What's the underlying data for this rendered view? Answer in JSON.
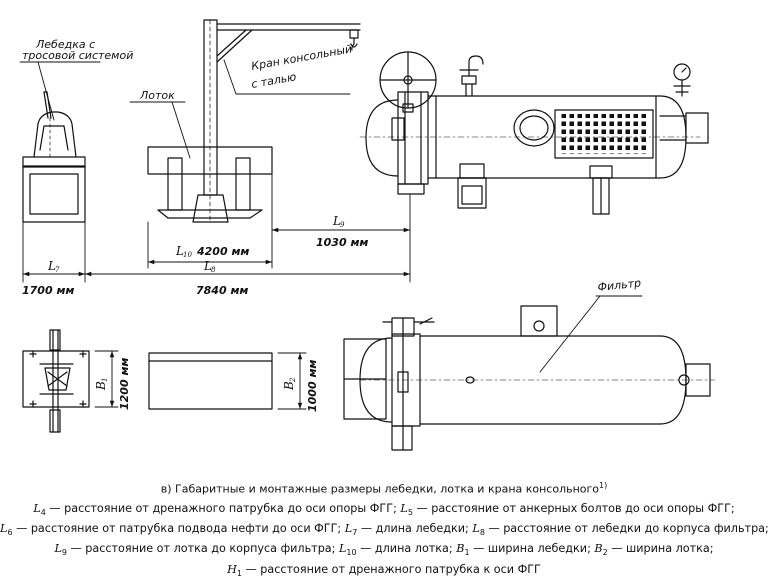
{
  "drawing": {
    "labels": {
      "winch": [
        "Лебедка с",
        "тросовой системой"
      ],
      "tray": "Лоток",
      "crane": [
        "Кран консольный",
        "с талью"
      ],
      "filter": "Фильтр"
    },
    "dimensions": {
      "L7": {
        "symbol": "L",
        "sub": "7",
        "value": "1700 мм"
      },
      "L8": {
        "symbol": "L",
        "sub": "8",
        "value": "7840 мм"
      },
      "L9": {
        "symbol": "L",
        "sub": "9",
        "value": "1030 мм"
      },
      "L10": {
        "symbol": "L",
        "sub": "10",
        "value": "4200 мм"
      },
      "B1": {
        "symbol": "B",
        "sub": "1",
        "value": "1200 мм"
      },
      "B2": {
        "symbol": "B",
        "sub": "2",
        "value": "1000 мм"
      }
    }
  },
  "caption": {
    "text": "в) Габаритные и монтажные размеры лебедки, лотка и крана консольного",
    "note": "1)"
  },
  "legend": {
    "lines": [
      [
        {
          "sym": "L",
          "sub": "4",
          "text": " — расстояние от дренажного патрубка до оси опоры ФГГ; "
        },
        {
          "sym": "L",
          "sub": "5",
          "text": " — расстояние от анкерных болтов до оси опоры ФГГ;"
        }
      ],
      [
        {
          "sym": "L",
          "sub": "6",
          "text": " — расстояние от патрубка подвода нефти до оси ФГГ; "
        },
        {
          "sym": "L",
          "sub": "7",
          "text": " — длина лебедки; "
        },
        {
          "sym": "L",
          "sub": "8",
          "text": " — расстояние от лебедки до корпуса фильтра;"
        }
      ],
      [
        {
          "sym": "L",
          "sub": "9",
          "text": " — расстояние от лотка до корпуса фильтра; "
        },
        {
          "sym": "L",
          "sub": "10",
          "text": " — длина лотка; "
        },
        {
          "sym": "B",
          "sub": "1",
          "text": " — ширина лебедки; "
        },
        {
          "sym": "B",
          "sub": "2",
          "text": " — ширина лотка;"
        }
      ],
      [
        {
          "sym": "H",
          "sub": "1",
          "text": " — расстояние от дренажного патрубка к оси ФГГ"
        }
      ]
    ]
  }
}
